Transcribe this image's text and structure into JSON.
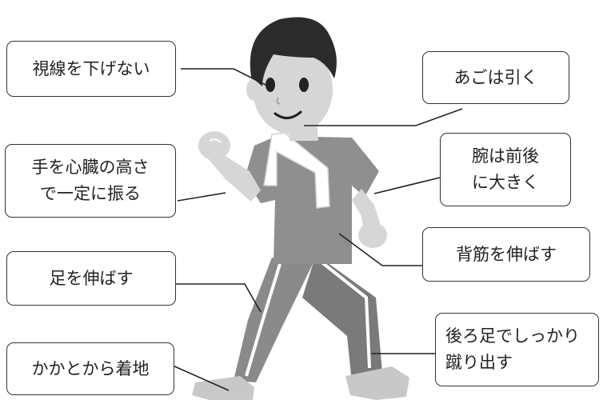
{
  "labels": {
    "gaze": "視線を下げない",
    "chin": "あごは引く",
    "hands_line1": "手を心臓の高さ",
    "hands_line2": "で一定に振る",
    "arms_line1": "腕は前後",
    "arms_line2": "に大きく",
    "back": "背筋を伸ばす",
    "legs": "足を伸ばす",
    "push_line1": "後ろ足でしっかり",
    "push_line2": "蹴り出す",
    "heel": "かかとから着地"
  },
  "colors": {
    "hair": "#2b2b2b",
    "skin": "#d6d6d6",
    "shirt": "#8f8f8f",
    "towel": "#ffffff",
    "pants": "#7a7a7a",
    "stripe": "#ffffff",
    "shoe": "#c8c8c8",
    "line": "#222222",
    "box_border": "#333333"
  }
}
